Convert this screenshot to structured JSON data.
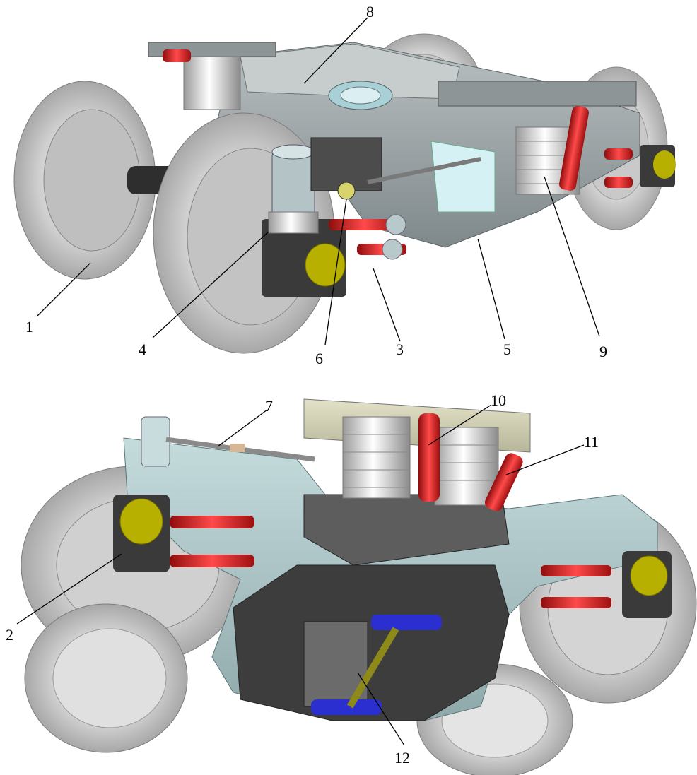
{
  "figure": {
    "description_free": true,
    "views": [
      {
        "id": "top",
        "callouts": [
          "8",
          "1",
          "4",
          "6",
          "3",
          "5",
          "9"
        ]
      },
      {
        "id": "bottom",
        "callouts": [
          "7",
          "10",
          "11",
          "2",
          "12"
        ]
      }
    ]
  },
  "callouts": {
    "c1": "1",
    "c2": "2",
    "c3": "3",
    "c4": "4",
    "c5": "5",
    "c6": "6",
    "c7": "7",
    "c8": "8",
    "c9": "9",
    "c10": "10",
    "c11": "11",
    "c12": "12"
  },
  "colors": {
    "wheel": "#d6d6d6",
    "frame": "#9aa4a8",
    "frame_bottom": "#a9c3c6",
    "spring": "#e9e9e9",
    "link_red": "#d21f1f",
    "axle_cap": "#b7b000",
    "tie_bar_blue": "#2b2fd0",
    "rod_olive": "#8d8a1a",
    "dark": "#2e2e2e"
  }
}
